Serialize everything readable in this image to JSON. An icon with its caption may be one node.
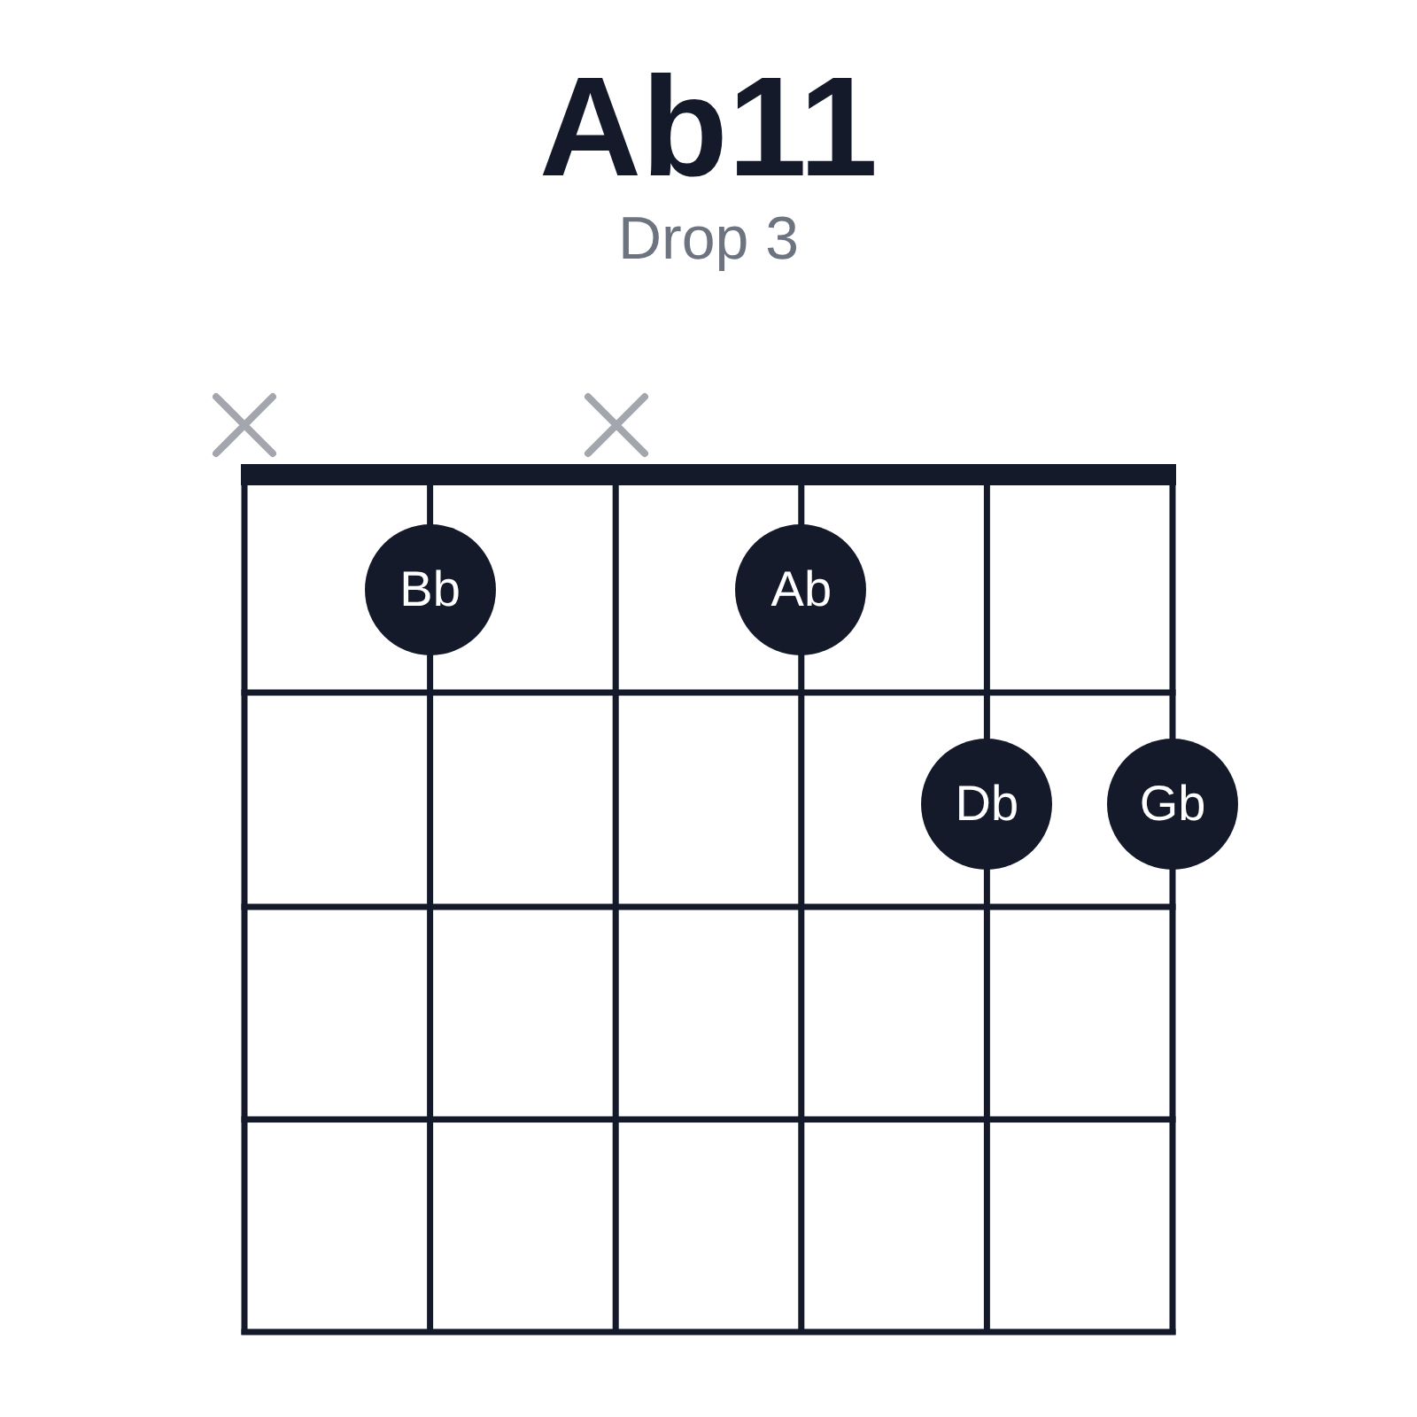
{
  "diagram": {
    "title": "Ab11",
    "nodes": [
      {
        "text": [
          "Bb"
        ]
      },
      {
        "text": [
          "Ab"
        ]
      },
      {
        "text": [
          "Db"
        ]
      },
      {
        "text": [
          "Gb"
        ]
      }
    ],
    "labels": [
      "Drop 3"
    ]
  }
}
